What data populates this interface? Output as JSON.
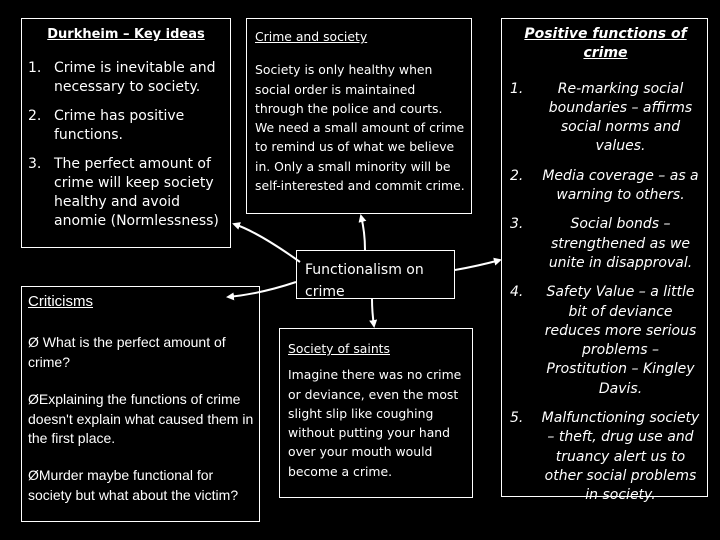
{
  "durkheim": {
    "title": "Durkheim – Key ideas",
    "items": [
      {
        "num": "1.",
        "text": "Crime is inevitable and necessary to society."
      },
      {
        "num": "2.",
        "text": "Crime has positive functions."
      },
      {
        "num": "3.",
        "text": "The perfect amount of crime will keep society healthy and avoid anomie (Normlessness)"
      }
    ]
  },
  "crime_society": {
    "title": "Crime and society",
    "body": "Society is only healthy when social order is maintained through the police and courts. We need a small amount of crime to remind us of what we believe in.  Only a small minority will be self-interested and commit crime."
  },
  "positive": {
    "title": "Positive functions of crime",
    "items": [
      {
        "num": "1.",
        "text": "Re-marking social boundaries – affirms social norms and values."
      },
      {
        "num": "2.",
        "text": "Media coverage – as a warning to others."
      },
      {
        "num": "3.",
        "text": "Social bonds – strengthened as we unite in disapproval."
      },
      {
        "num": "4.",
        "text": "Safety Value – a little bit of deviance reduces more serious problems – Prostitution – Kingley Davis."
      },
      {
        "num": "5.",
        "text": "Malfunctioning society – theft, drug use and truancy alert us to other social problems in society."
      }
    ]
  },
  "center": {
    "label": "Functionalism on crime"
  },
  "criticisms": {
    "title": "Criticisms",
    "bullet": "Ø",
    "items": [
      " What is the perfect amount of crime?",
      "Explaining the functions of crime doesn't explain what caused them in the first place.",
      "Murder maybe functional for society but what about the victim?"
    ]
  },
  "saints": {
    "title": "Society of saints",
    "body": "Imagine there was no crime or deviance, even the most slight slip like coughing without putting your hand over your mouth would become a crime."
  }
}
